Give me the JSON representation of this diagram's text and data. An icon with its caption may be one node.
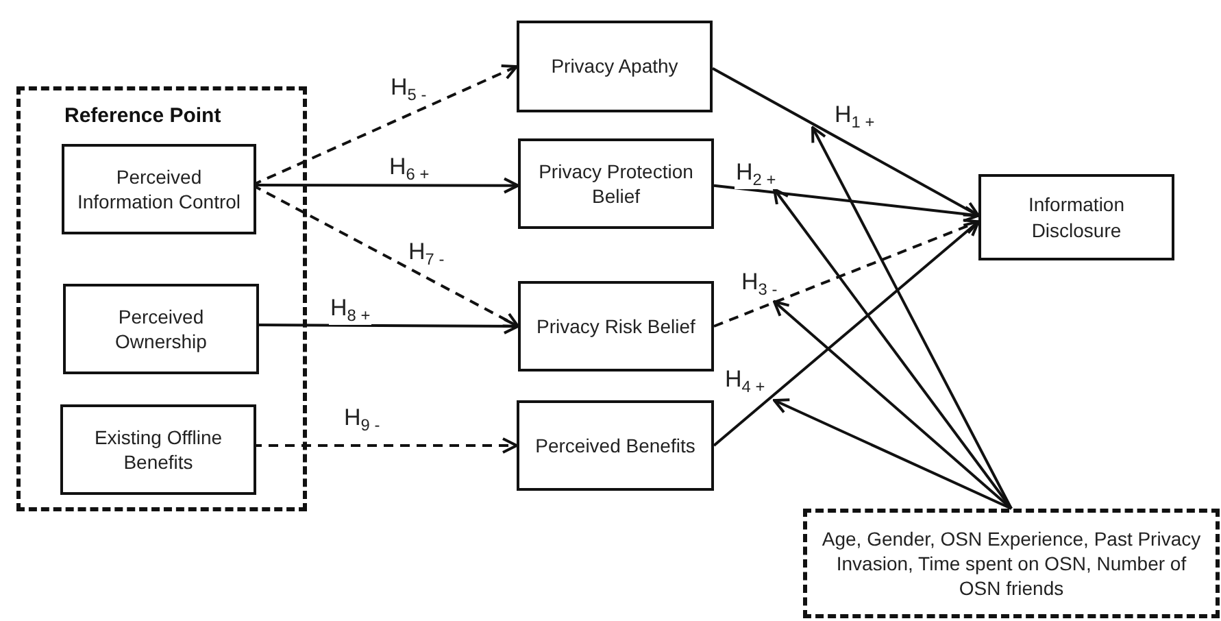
{
  "diagram": {
    "nodes": [
      {
        "text": [
          "Reference Point"
        ]
      },
      {
        "text": [
          "Perceived Information Control"
        ],
        "in": 0
      },
      {
        "text": [
          "Perceived Ownership"
        ],
        "in": 0
      },
      {
        "text": [
          "Existing Offline Benefits"
        ],
        "in": 0
      },
      {
        "text": [
          "Privacy Apathy"
        ]
      },
      {
        "text": [
          "Privacy Protection Belief"
        ]
      },
      {
        "text": [
          "Privacy Risk Belief"
        ]
      },
      {
        "text": [
          "Perceived Benefits"
        ]
      },
      {
        "text": [
          "Information Disclosure"
        ]
      },
      {
        "text": [
          "Age, Gender, OSN Experience, Past Privacy Invasion, Time spent on OSN, Number of OSN friends"
        ]
      }
    ],
    "edges": [
      {
        "from": 1,
        "to": 4,
        "arrow": "to",
        "label": "H$_{5 -}$",
        "style": "dashed"
      },
      {
        "from": 1,
        "to": 5,
        "arrow": "to",
        "label": "H$_{6 +}$"
      },
      {
        "from": 1,
        "to": 6,
        "arrow": "to",
        "label": "H$_{7 -}$",
        "style": "dashed"
      },
      {
        "from": 2,
        "to": 6,
        "arrow": "to",
        "label": "H$_{8 +}$"
      },
      {
        "from": 3,
        "to": 7,
        "arrow": "to",
        "label": "H$_{9 -}$",
        "style": "dashed"
      },
      {
        "from": 4,
        "to": 8,
        "arrow": "to",
        "label": "H$_{1 +}$"
      },
      {
        "from": 5,
        "to": 8,
        "arrow": "to",
        "label": "H$_{2 +}$"
      },
      {
        "from": 6,
        "to": 8,
        "arrow": "to",
        "label": "H$_{3 -}$",
        "style": "dashed"
      },
      {
        "from": 7,
        "to": 8,
        "arrow": "to",
        "label": "H$_{4 +}$"
      },
      {
        "from": 9,
        "to": null,
        "arrow": "to"
      },
      {
        "from": 9,
        "to": null,
        "arrow": "to"
      },
      {
        "from": 9,
        "to": null,
        "arrow": "to"
      },
      {
        "from": 9,
        "to": null,
        "arrow": "to"
      }
    ]
  }
}
